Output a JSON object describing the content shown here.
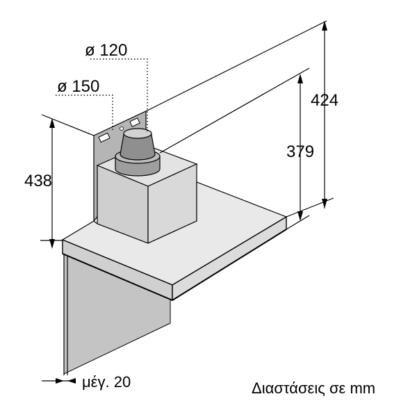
{
  "dimensions": {
    "duct_small": "ø 120",
    "duct_large": "ø 150",
    "height_total": "424",
    "height_inner": "379",
    "chimney_height": "438",
    "max_depth": "μέγ. 20"
  },
  "caption": "Διαστάσεις σε mm",
  "colors": {
    "line": "#000000",
    "steel_light": "#e6e6e6",
    "steel_mid": "#c8c8c8",
    "steel_dark": "#9a9a9a",
    "shadow": "#bfbfbf"
  }
}
